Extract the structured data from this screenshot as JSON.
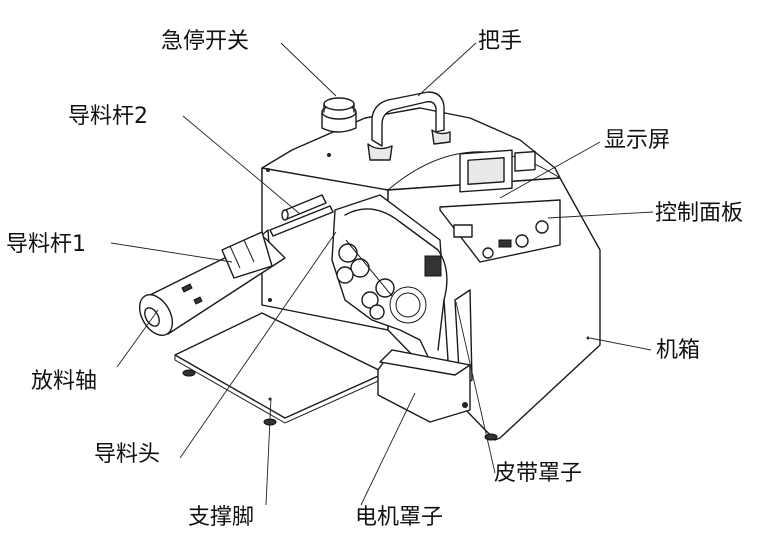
{
  "labels": {
    "emergency_stop": "急停开关",
    "handle": "把手",
    "guide_rod_2": "导料杆2",
    "display": "显示屏",
    "guide_rod_1": "导料杆1",
    "control_panel": "控制面板",
    "chassis": "机箱",
    "unwind_shaft": "放料轴",
    "guide_head": "导料头",
    "belt_cover": "皮带罩子",
    "support_foot": "支撑脚",
    "motor_cover": "电机罩子"
  }
}
